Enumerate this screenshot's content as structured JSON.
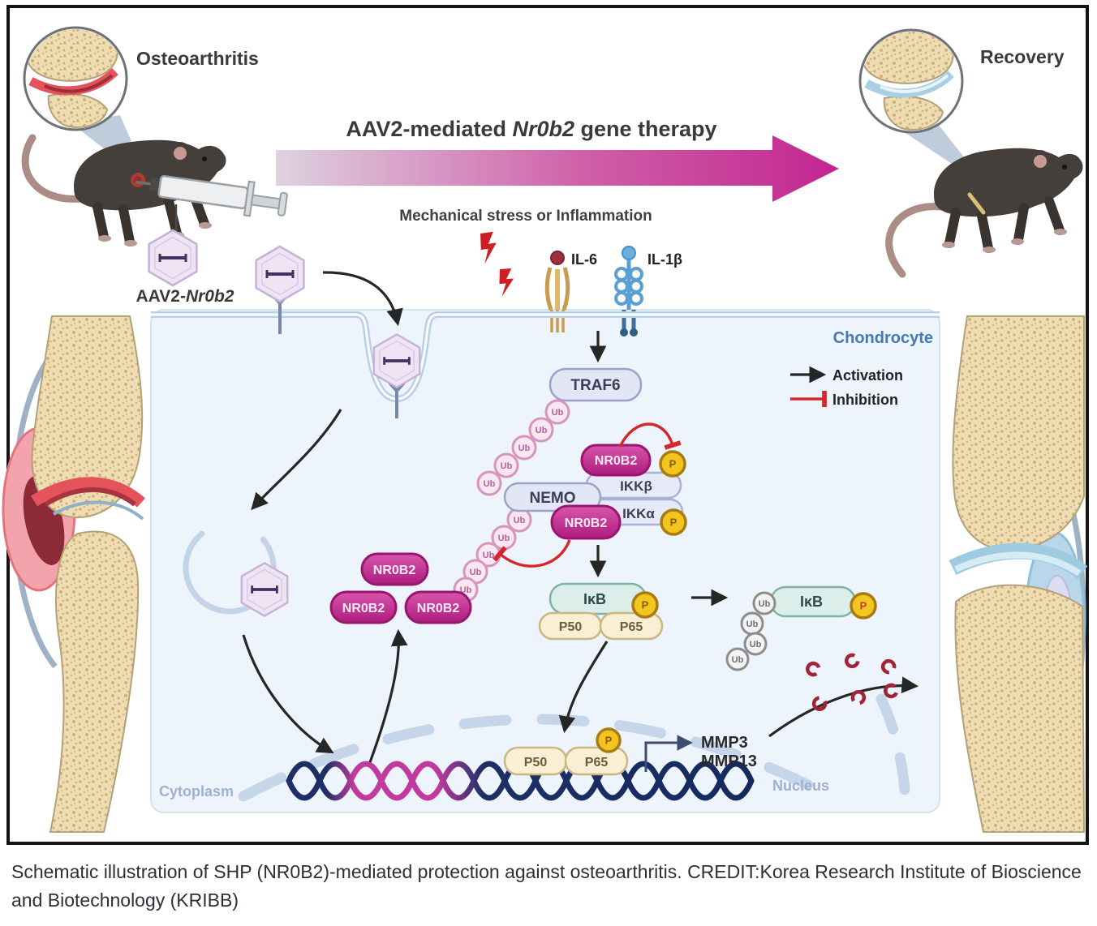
{
  "figure": {
    "insets": {
      "osteoarthritis": "Osteoarthritis",
      "recovery": "Recovery"
    },
    "title": {
      "prefix": "AAV2-mediated ",
      "gene": "Nr0b2",
      "suffix": " gene therapy"
    },
    "virus_label": {
      "prefix": "AAV2-",
      "gene": "Nr0b2"
    },
    "stimulus": {
      "label": "Mechanical stress or Inflammation",
      "il6": "IL-6",
      "il1b": "IL-1β"
    },
    "cell": {
      "type": "Chondrocyte",
      "cytoplasm": "Cytoplasm",
      "nucleus": "Nucleus"
    },
    "legend": {
      "activation": "Activation",
      "inhibition": "Inhibition"
    },
    "nodes": {
      "traf6": "TRAF6",
      "nemo": "NEMO",
      "ikkb": "IKKβ",
      "ikka": "IKKα",
      "nr0b2": "NR0B2",
      "ikb": "IκB",
      "p50": "P50",
      "p65": "P65",
      "ub": "Ub",
      "p": "P"
    },
    "targets": {
      "mmp3": "MMP3",
      "mmp13": "MMP13"
    }
  },
  "caption": "Schematic illustration of SHP (NR0B2)-mediated protection against osteoarthritis. CREDIT:Korea Research Institute of Bioscience and Biotechnology (KRIBB)",
  "colors": {
    "magenta_pill": "#c32b90",
    "arrow_gradient_start": "#ded2e0",
    "arrow_gradient_end": "#c2268f",
    "activation": "#262626",
    "inhibition": "#d5262c",
    "membrane": "#b7d0e6",
    "cell_fill": "#eef4fb",
    "pill_lavender": "#e2e6f5",
    "pill_mint": "#dbeeea",
    "pill_cream": "#f9efd4",
    "phospho_yellow": "#f3c51f",
    "ub_pink": "#f9e7f1",
    "bone": "#eedcb2",
    "dna_navy": "#1d2f66",
    "dna_magenta": "#c03aa0",
    "label_blue": "#4679b2",
    "compartment_label": "#9db1d0"
  }
}
